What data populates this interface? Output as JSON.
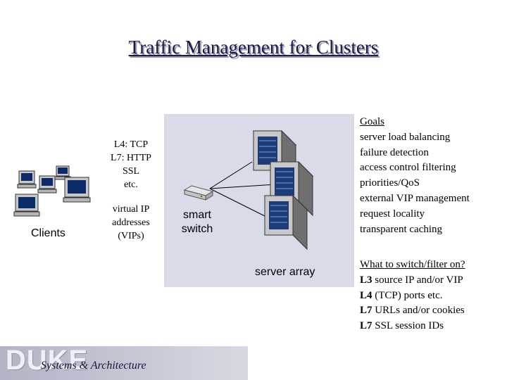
{
  "title": "Traffic Management for Clusters",
  "clients_label": "Clients",
  "protocols": [
    "L4: TCP",
    "L7: HTTP",
    "SSL",
    "etc."
  ],
  "vip_lines": [
    "virtual IP",
    "addresses",
    "(VIPs)"
  ],
  "switch_lines": [
    "smart",
    "switch"
  ],
  "server_array_label": "server array",
  "goals": {
    "title": "Goals",
    "items": [
      "server load balancing",
      "failure detection",
      "access control filtering",
      "priorities/QoS",
      "external VIP management",
      "request locality",
      "transparent caching"
    ]
  },
  "switch_on": {
    "title": "What to switch/filter on?",
    "items": [
      {
        "level": "L3",
        "text": " source IP and/or VIP"
      },
      {
        "level": "L4",
        "text": " (TCP) ports etc."
      },
      {
        "level": "L7",
        "text": " URLs and/or cookies"
      },
      {
        "level": "L7",
        "text": " SSL session IDs"
      }
    ]
  },
  "footer": {
    "logo": "DUKE",
    "subtitle": "Systems & Architecture"
  }
}
